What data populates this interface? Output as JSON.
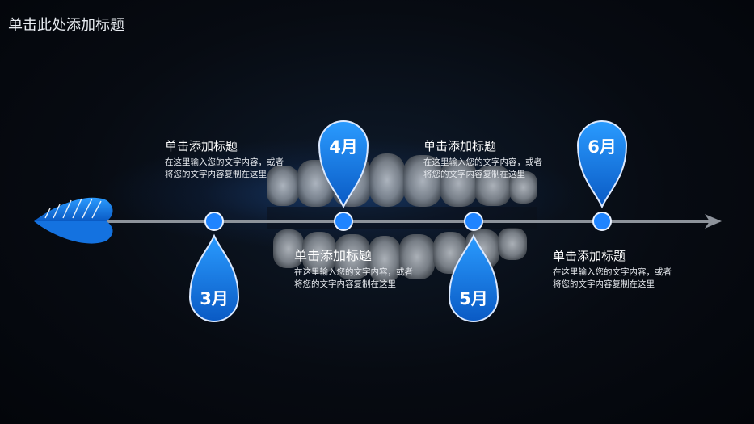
{
  "slide": {
    "title": "单击此处添加标题"
  },
  "timeline": [
    {
      "month": "3月",
      "heading": "单击添加标题",
      "body": "在这里输入您的文字内容，或者将您的文字内容复制在这里"
    },
    {
      "month": "4月",
      "heading": "单击添加标题",
      "body": "在这里输入您的文字内容，或者将您的文字内容复制在这里"
    },
    {
      "month": "5月",
      "heading": "单击添加标题",
      "body": "在这里输入您的文字内容，或者将您的文字内容复制在这里"
    },
    {
      "month": "6月",
      "heading": "单击添加标题",
      "body": "在这里输入您的文字内容，或者将您的文字内容复制在这里"
    }
  ],
  "colors": {
    "accent": "#1e8fff",
    "accent_dark": "#0b5fc9",
    "line": "#8d939b"
  }
}
